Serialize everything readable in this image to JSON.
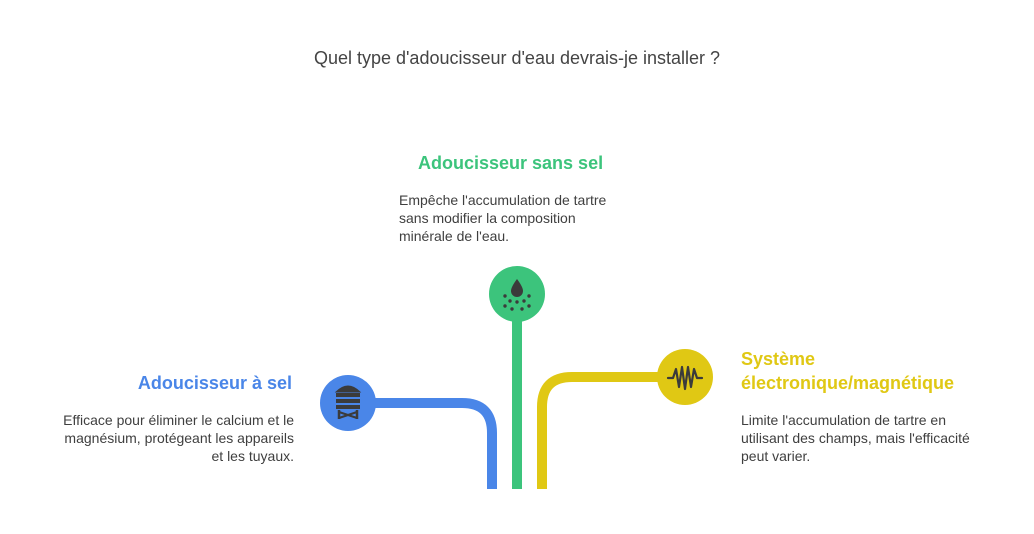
{
  "title": "Quel type d'adoucisseur d'eau devrais-je installer ?",
  "colors": {
    "blue": "#4a86e8",
    "green": "#3cc47c",
    "yellow": "#e0c814",
    "text": "#444444",
    "icon_dark": "#3b3b3b"
  },
  "options": [
    {
      "title": "Adoucisseur à sel",
      "description": "Efficace pour éliminer le calcium et le magnésium, protégeant les appareils et les tuyaux.",
      "icon": "water-tower-icon",
      "color": "#4a86e8"
    },
    {
      "title": "Adoucisseur sans sel",
      "description": "Empêche l'accumulation de tartre sans modifier la composition minérale de l'eau.",
      "icon": "water-drop-icon",
      "color": "#3cc47c"
    },
    {
      "title": "Système électronique/magnétique",
      "description": "Limite l'accumulation de tartre en utilisant des champs, mais l'efficacité peut varier.",
      "icon": "waveform-icon",
      "color": "#e0c814"
    }
  ]
}
